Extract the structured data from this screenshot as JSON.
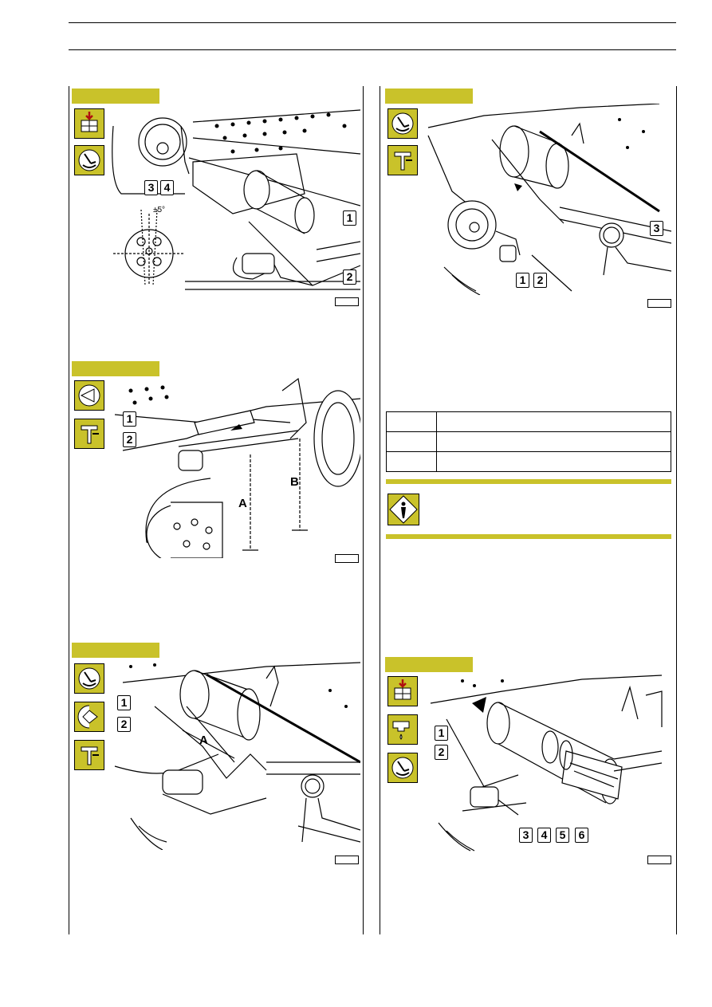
{
  "colors": {
    "accent": "#c9c22a",
    "line": "#000000",
    "icon_background": "#c9c22a"
  },
  "figures": [
    {
      "icons": [
        "wrench-on-box-icon",
        "adjust-wrench-icon"
      ],
      "callouts": [
        "3",
        "4",
        "1",
        "2"
      ],
      "annotation": "±5°"
    },
    {
      "icons": [
        "measure-icon",
        "caliper-icon"
      ],
      "callouts": [
        "1",
        "2"
      ],
      "dimensions": [
        "A",
        "B"
      ]
    },
    {
      "icons": [
        "adjust-wrench-icon",
        "torque-icon",
        "caliper-icon"
      ],
      "callouts": [
        "1",
        "2"
      ],
      "dimensions": [
        "A"
      ]
    },
    {
      "icons": [
        "adjust-wrench-icon",
        "caliper-icon"
      ],
      "callouts": [
        "1",
        "2",
        "3"
      ]
    },
    {
      "icons": [
        "warning-person-icon"
      ]
    },
    {
      "icons": [
        "wrench-on-box-icon",
        "grease-icon",
        "adjust-wrench-icon"
      ],
      "callouts": [
        "1",
        "2",
        "3",
        "4",
        "5",
        "6"
      ]
    }
  ],
  "spec_table": {
    "rows": [
      [
        "",
        ""
      ],
      [
        "",
        ""
      ],
      [
        "",
        ""
      ]
    ]
  }
}
